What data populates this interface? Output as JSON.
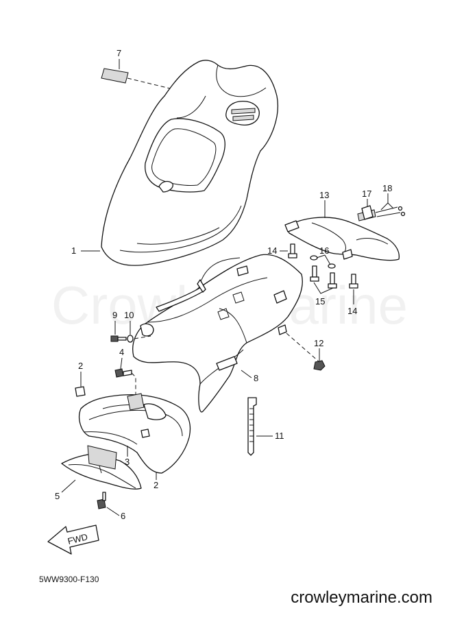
{
  "watermark": "CrowleyMarine",
  "diagram_code": "5WW9300-F130",
  "site": "crowleymarine.com",
  "fwd_label": "FWD",
  "callouts": {
    "c1": "1",
    "c2a": "2",
    "c2b": "2",
    "c3": "3",
    "c4": "4",
    "c5": "5",
    "c6": "6",
    "c7": "7",
    "c8": "8",
    "c9": "9",
    "c10": "10",
    "c11": "11",
    "c12": "12",
    "c13": "13",
    "c14a": "14",
    "c14b": "14",
    "c15": "15",
    "c16": "16",
    "c17": "17",
    "c18": "18"
  }
}
